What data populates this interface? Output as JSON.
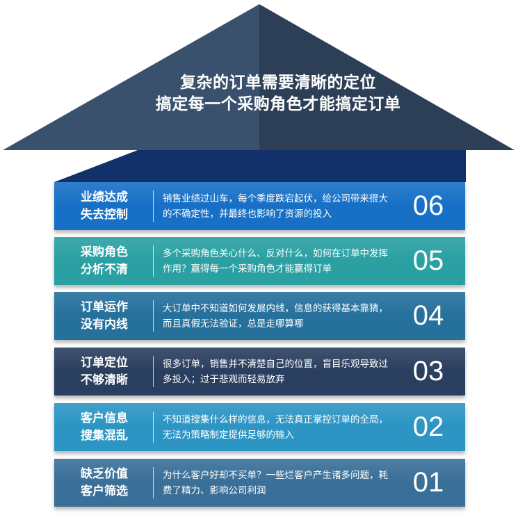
{
  "roof": {
    "title_line1": "复杂的订单需要清晰的定位",
    "title_line2": "搞定每一个采购角色才能搞定订单",
    "colors": {
      "left": "#3a516d",
      "right": "#2c3f57",
      "chimney": "#12306a"
    }
  },
  "bands": [
    {
      "number": "06",
      "title_line1": "业绩达成",
      "title_line2": "失去控制",
      "description": "销售业绩过山车，每个季度跌宕起伏，给公司带来很大的不确定性，并最终也影响了资源的投入",
      "color": "#1770c6"
    },
    {
      "number": "05",
      "title_line1": "采购角色",
      "title_line2": "分析不清",
      "description": "多个采购角色关心什么、反对什么，如何在订单中发挥作用？赢得每一个采购角色才能赢得订单",
      "color": "#2aa0a3"
    },
    {
      "number": "04",
      "title_line1": "订单运作",
      "title_line2": "没有内线",
      "description": "大订单中不知道如何发展内线，信息的获得基本靠猜，而且真假无法验证，总是走哪算哪",
      "color": "#26709c"
    },
    {
      "number": "03",
      "title_line1": "订单定位",
      "title_line2": "不够清晰",
      "description": "很多订单，销售并不清楚自己的位置，盲目乐观导致过多投入；过于悲观而轻易放弃",
      "color": "#2a3f5f"
    },
    {
      "number": "02",
      "title_line1": "客户信息",
      "title_line2": "搜集混乱",
      "description": "不知道搜集什么样的信息，无法真正掌控订单的全局，无法为策略制定提供足够的输入",
      "color": "#2c95c4"
    },
    {
      "number": "01",
      "title_line1": "缺乏价值",
      "title_line2": "客户筛选",
      "description": "为什么客户好却不买单？一些烂客户产生诸多问题，耗费了精力、影响公司利润",
      "color": "#3a6f98"
    }
  ]
}
